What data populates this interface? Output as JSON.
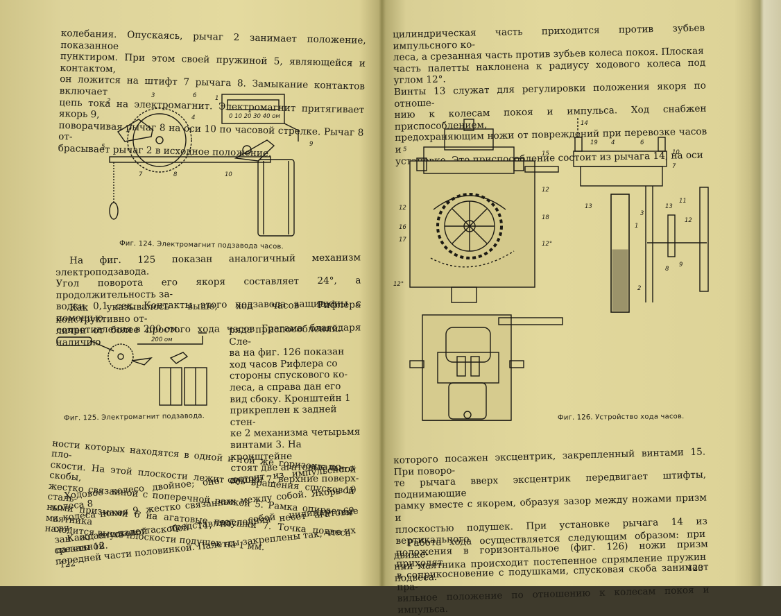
{
  "left_page": {
    "para1_lines": [
      "колебания. Опускаясь, рычаг 2 занимает положение, показанное",
      "пунктиром. При этом своей пружиной 5, являющейся и контактом,",
      "он ложится на штифт 7 рычага 8. Замыкание контактов включает",
      "цепь тока на электромагнит. Электромагнит притягивает якорь 9,",
      "поворачивая рычаг 8 на оси 10 по часовой стрелке. Рычаг 8 от-",
      "брасывает рычаг 2 в исходное положение."
    ],
    "fig124": {
      "caption": "Фиг. 124. Электромагнит подзавода часов.",
      "labels": [
        "1",
        "2",
        "3",
        "4",
        "5",
        "6",
        "7",
        "8",
        "9",
        "10"
      ],
      "scale_text": "0 10 20 30 40 ом"
    },
    "para2_lines": [
      "На фиг. 125 показан аналогичный механизм электроподзавода.",
      "Угол поворота его якоря составляет 24°, а продолжительность за-",
      "водки 0,1 сек. Контакты этого подзавода защищены с помощью",
      "сопротивления в 200 ом."
    ],
    "para3_lines": [
      "Как указывалось выше, ход часов Рифлера конструктивно от-",
      "личен от более простого хода часов Грагама благодаря наличию"
    ],
    "para3_narrow_lines": [
      "ряда приспособлений. Сле-",
      "ва на фиг. 126 показан",
      "ход часов Рифлера со",
      "стороны спускового ко-",
      "леса, а справа дан его",
      "вид сбоку. Кронштейн 1",
      "прикреплен к задней стен-",
      "ке 2 механизма четырьмя",
      "винтами 3. На кронштейне",
      "стоят две агатовые по-",
      "душки 7, верхние поверх-"
    ],
    "fig125": {
      "caption": "Фиг. 125. Электромагнит подзавода.",
      "resistor_text": "200 ом"
    },
    "para4_lines": [
      "ности которых находятся в одной и той же горизонтальной пло-",
      "скости. На этой плоскости лежит ось вращения спусковой скобы,",
      "жестко связанной с поперечной рамкой 5. Рамка опирается сталь-",
      "ными призмами 6 на агатовые подушки 7. Точка подвеса маятника",
      "находится выше плоскости подушек на 1 мм."
    ],
    "para5_lines": [
      "Ходовое колесо двойное; оно состоит из импульсного колеса 8",
      "и колеса покоя 9, жестко связанных между собой. Якорь 10 свя-",
      "зан со спусковой скобой 11, последняя несет агатовые палеты 12."
    ],
    "para6_lines": [
      "Каждая палетта представляет собой цилиндр со срезанной",
      "передней части половинкой. Палетты закреплены так, что их"
    ],
    "page_number": "122"
  },
  "right_page": {
    "para1_lines": [
      "цилиндрическая часть приходится против зубьев импульсного ко-",
      "леса, а срезанная часть против зубьев колеса покоя. Плоская",
      "часть палетты наклонена к радиусу ходового колеса под углом 12°.",
      "Винты 13 служат для регулировки положения якоря по отноше-",
      "нию к колесам покоя и импульса. Ход снабжен приспособлением,",
      "предохраняющим ножи от повреждений при перевозке часов и",
      "установке. Это приспособление состоит из рычага 14, на оси"
    ],
    "fig126": {
      "caption": "Фиг. 126. Устройство хода часов.",
      "front_labels": [
        "5",
        "15",
        "12",
        "12",
        "16",
        "17",
        "18",
        "12°",
        "12°"
      ],
      "side_labels": [
        "14",
        "19",
        "4",
        "6",
        "10",
        "7",
        "13",
        "13",
        "3",
        "1",
        "11",
        "12",
        "8",
        "9",
        "2"
      ]
    },
    "para2_lines": [
      "которого посажен эксцентрик, закрепленный винтами 15. При поворо-",
      "те рычага вверх эксцентрик передвигает штифты, поднимающие",
      "рамку вместе с якорем, образуя зазор между ножами призм и",
      "плоскостью подушек. При установке рычага 14 из вертикального",
      "положения в горизонтальное (фиг. 126) ножи призм приходят",
      "в соприкосновение с подушками, спусковая скоба занимает пра-",
      "вильное положение по отношению к колесам покоя и импульса."
    ],
    "para3_lines": [
      "Работа хода осуществляется следующим образом: при движе-",
      "нии маятника происходит постепенное спрямление пружин подвеса."
    ],
    "page_number": "123"
  }
}
